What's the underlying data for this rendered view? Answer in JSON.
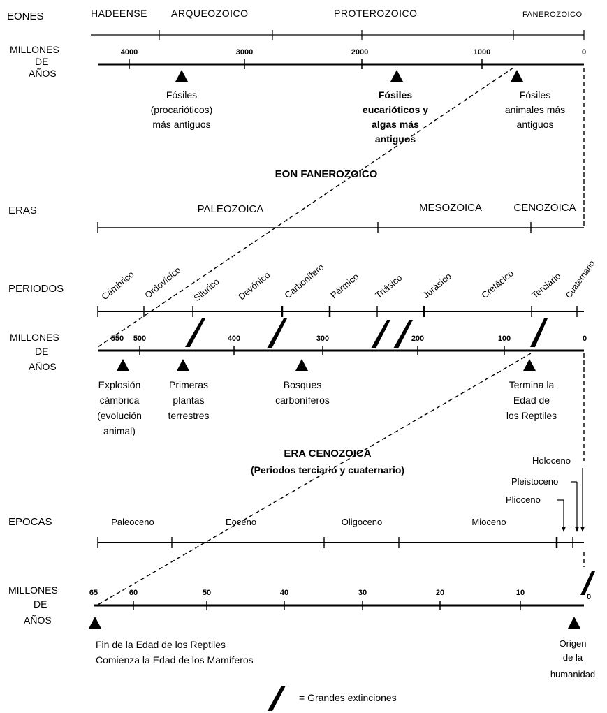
{
  "labels": {
    "eones": "EONES",
    "millones1": [
      "MILLONES",
      "DE",
      "AÑOS"
    ],
    "eras": "ERAS",
    "periodos": "PERIODOS",
    "millones2": [
      "MILLONES",
      "DE",
      "AÑOS"
    ],
    "epocas": "EPOCAS",
    "millones3": [
      "MILLONES",
      "DE",
      "AÑOS"
    ]
  },
  "eons": [
    "HADEENSE",
    "ARQUEOZOICO",
    "PROTEROZOICO",
    "FANEROZOICO"
  ],
  "scale1_ticks": [
    "4000",
    "3000",
    "2000",
    "1000",
    "0"
  ],
  "events1": [
    {
      "lines": [
        "Fósiles",
        "(procarióticos)",
        "más antiguos"
      ],
      "bold": false
    },
    {
      "lines": [
        "Fósiles",
        "eucarióticos y",
        "algas más",
        "antiguos"
      ],
      "bold": true
    },
    {
      "lines": [
        "Fósiles",
        "animales más",
        "antiguos"
      ],
      "bold": true
    }
  ],
  "title_fanerozoico": "EON FANEROZOICO",
  "eras": [
    "PALEOZOICA",
    "MESOZOICA",
    "CENOZOICA"
  ],
  "periods": [
    "Cámbrico",
    "Ordovícico",
    "Silúrico",
    "Devónico",
    "Carbonífero",
    "Pérmico",
    "Triásico",
    "Jurásico",
    "Cretácico",
    "Terciario",
    "Cuaternario"
  ],
  "scale2_ticks": [
    "550",
    "500",
    "400",
    "300",
    "200",
    "100",
    "0"
  ],
  "events2": [
    {
      "lines": [
        "Explosión",
        "cámbrica",
        "(evolución",
        "animal)"
      ],
      "bold": false
    },
    {
      "lines": [
        "Primeras",
        "plantas",
        "terrestres"
      ],
      "bold": false
    },
    {
      "lines": [
        "Bosques",
        "carboníferos"
      ],
      "bold": false
    },
    {
      "lines": [
        "Termina la",
        "Edad de",
        "los Reptiles"
      ],
      "bold": false
    }
  ],
  "title_cenozoica": [
    "ERA CENOZOICA",
    "(Periodos terciario y cuaternario)"
  ],
  "epochs": [
    "Paleoceno",
    "Eoceno",
    "Oligoceno",
    "Mioceno"
  ],
  "epochs_recent": [
    "Holoceno",
    "Pleistoceno",
    "Plioceno"
  ],
  "scale3_ticks": [
    "65",
    "60",
    "50",
    "40",
    "30",
    "20",
    "10",
    "0"
  ],
  "events3": [
    {
      "lines": [
        "Fin de la Edad de los Reptiles",
        "Comienza la Edad de los Mamíferos"
      ],
      "bold": false
    },
    {
      "lines": [
        "Origen",
        "de la",
        "humanidad"
      ],
      "bold": false
    }
  ],
  "legend": "= Grandes extinciones"
}
